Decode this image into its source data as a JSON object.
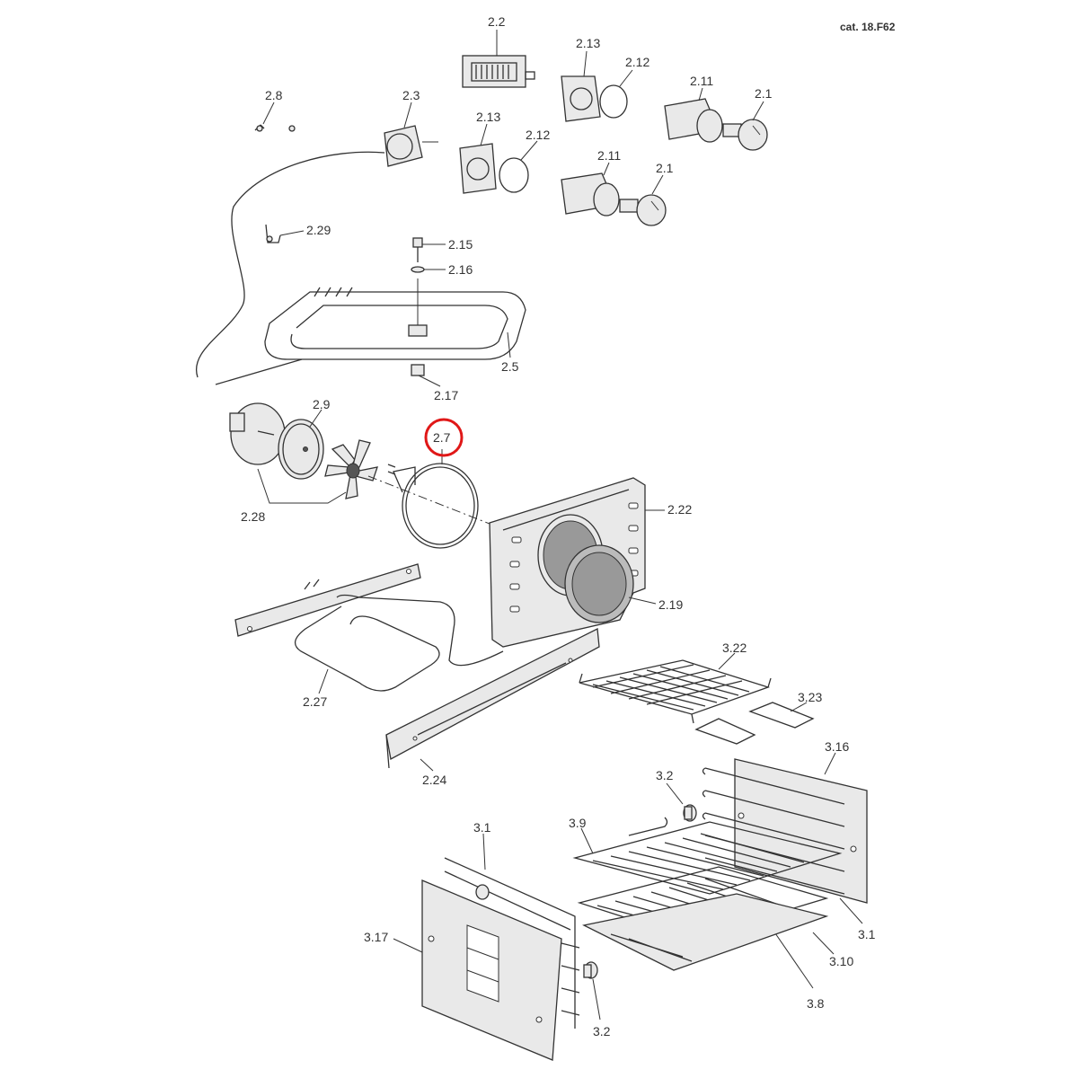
{
  "catalog_ref": "cat. 18.F62",
  "highlight_color": "#e01818",
  "highlighted_label": "2.7",
  "callouts": {
    "c2_2": "2.2",
    "c2_13a": "2.13",
    "c2_12a": "2.12",
    "c2_11a": "2.11",
    "c2_1a": "2.1",
    "c2_8": "2.8",
    "c2_3": "2.3",
    "c2_13b": "2.13",
    "c2_12b": "2.12",
    "c2_11b": "2.11",
    "c2_1b": "2.1",
    "c2_29": "2.29",
    "c2_15": "2.15",
    "c2_16": "2.16",
    "c2_5": "2.5",
    "c2_17": "2.17",
    "c2_9": "2.9",
    "c2_7": "2.7",
    "c2_28": "2.28",
    "c2_22": "2.22",
    "c2_19": "2.19",
    "c2_27": "2.27",
    "c2_24": "2.24",
    "c3_22": "3.22",
    "c3_23": "3.23",
    "c3_16": "3.16",
    "c3_2a": "3.2",
    "c3_9": "3.9",
    "c3_1a": "3.1",
    "c3_17": "3.17",
    "c3_1b": "3.1",
    "c3_10": "3.10",
    "c3_8": "3.8",
    "c3_2b": "3.2"
  }
}
